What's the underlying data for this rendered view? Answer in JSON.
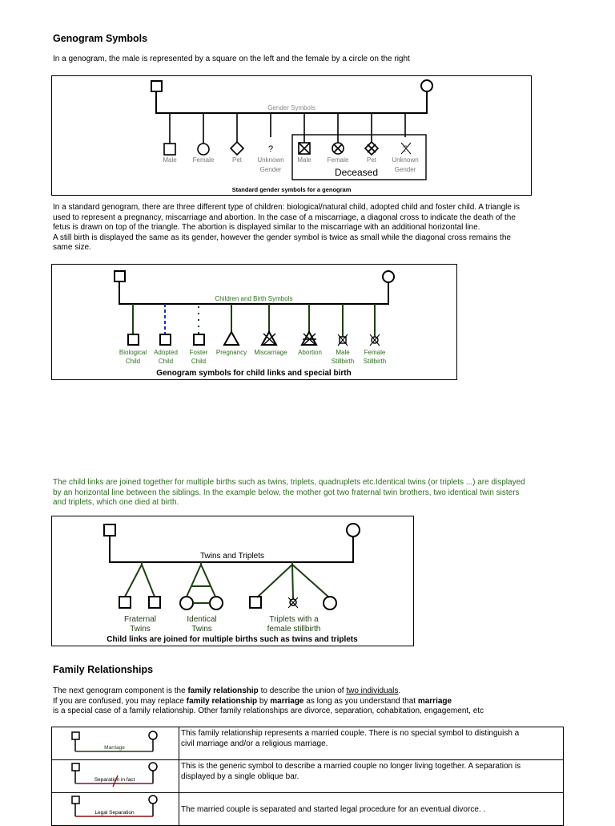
{
  "section1": {
    "heading": "Genogram Symbols",
    "intro": "In a genogram, the male is represented by a square  on the left and the female by a circle on the right"
  },
  "fig1": {
    "center_label": "Gender Symbols",
    "symbols": [
      "Male",
      "Female",
      "Pet",
      "Unknown",
      "Male",
      "Female",
      "Pet",
      "Unknown"
    ],
    "symbols_line2": [
      "",
      "",
      "",
      "Gender",
      "",
      "",
      "",
      "Gender"
    ],
    "unknown_mark": "?",
    "deceased_label": "Deceased",
    "caption": "Standard gender symbols for a genogram"
  },
  "para2": {
    "line1": "In a standard genogram, there are three different type of children: biological/natural child, adopted child and foster child.  A triangle is",
    "line2": "used to represent a pregnancy, miscarriage and abortion.  In the case of a miscarriage, a diagonal cross to indicate the death of the",
    "line3": "fetus is drawn on top of the triangle. The abortion is displayed similar to the miscarriage with an additional horizontal line.",
    "line4": "A still birth is displayed the same as its gender, however the gender symbol is twice as small while the diagonal cross remains the",
    "line5": "same size."
  },
  "fig2": {
    "center_label": "Children and Birth Symbols",
    "labels_l1": [
      "Biological",
      "Adopted",
      "Foster",
      "Pregnancy",
      "Miscarriage",
      "Abortion",
      "Male",
      "Female"
    ],
    "labels_l2": [
      "Child",
      "Child",
      "Child",
      "",
      "",
      "",
      "Stillbirth",
      "Stillbirth"
    ],
    "caption": "Genogram symbols for child links and special  birth"
  },
  "para3": {
    "line1": "The child links are joined together for multiple births such as twins, triplets, quadruplets etc.Identical twins (or triplets ...) are displayed",
    "line2": "by an horizontal line between the siblings. In the example below, the mother got two fraternal twin brothers, two identical twin sisters",
    "line3": "and triplets, which one died at birth."
  },
  "fig3": {
    "center_label": "Twins and Triplets",
    "fraternal_l1": "Fraternal",
    "fraternal_l2": "Twins",
    "identical_l1": "Identical",
    "identical_l2": "Twins",
    "triplets_l1": "Triplets with a",
    "triplets_l2": "female stillbirth",
    "caption": "Child links are joined for multiple births such as twins and triplets"
  },
  "section2": {
    "heading": "Family Relationships",
    "p1_pre": "The next genogram component is the ",
    "p1_bold": "family relationship",
    "p1_mid": " to describe the union of ",
    "p1_link": "two individuals",
    "p1_end": ".",
    "p2_pre": "If you are confused, you may replace ",
    "p2_bold1": "family relationship",
    "p2_mid1": " by ",
    "p2_bold2": "marriage",
    "p2_mid2": " as long as you understand that ",
    "p2_bold3": "marriage",
    "p3": "is a special case of a family relationship.  Other family relationships are divorce, separation, cohabitation, engagement, etc"
  },
  "relationships": [
    {
      "symbol_label": "Marriage",
      "desc_l1": "This family relationship represents a married couple.  There is no special symbol to distinguish a",
      "desc_l2": "civil marriage and/or a religious marriage."
    },
    {
      "symbol_label": "Separation in fact",
      "desc_l1": "This is the generic symbol to describe a married couple no longer living together. A separation is",
      "desc_l2": "displayed by a single oblique bar."
    },
    {
      "symbol_label": "Legal Separation",
      "desc_l1": "The married couple is separated and started legal procedure for an eventual divorce. .",
      "desc_l2": ""
    }
  ],
  "colors": {
    "child_line": "#1f3f14",
    "green_text": "#2c6e1e",
    "adopted_dash": "#1f2fa8",
    "relationship_line": "#8b1010"
  }
}
